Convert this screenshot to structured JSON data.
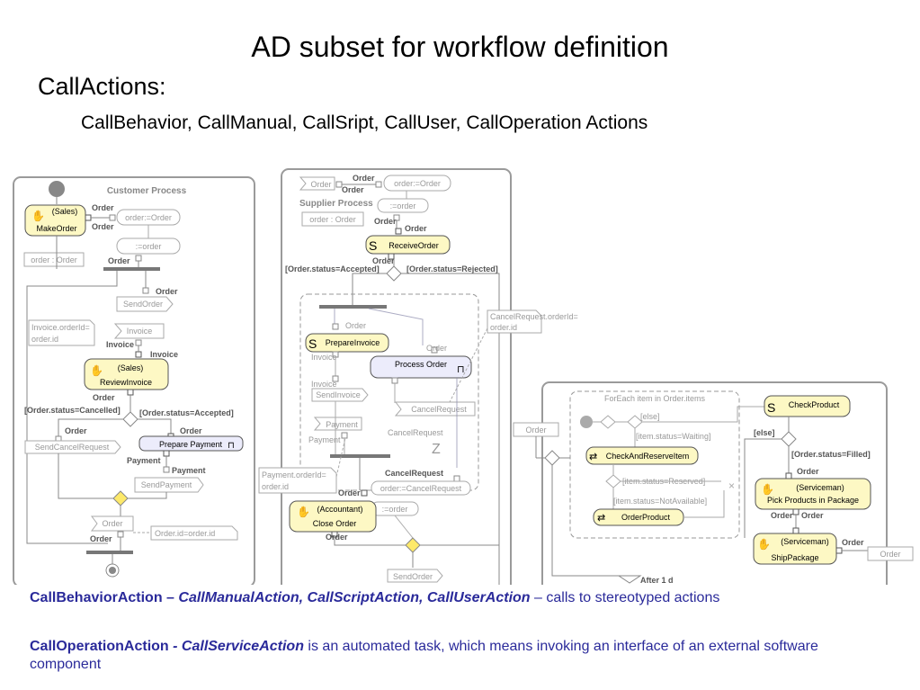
{
  "slide": {
    "title": "AD subset for workflow definition",
    "subtitle": "CallActions:",
    "subsubtitle": "CallBehavior, CallManual, CallSript, CallUser, CallOperation Actions"
  },
  "diagram": {
    "customer": {
      "title": "Customer Process",
      "make_order_role": "(Sales)",
      "make_order": "MakeOrder",
      "pin_order_a": "Order",
      "pin_order_b": "Order",
      "assign_order": "order:=Order",
      "assign_expr": ":=order",
      "pin_order_c": "Order",
      "obj_order": "order : Order",
      "pin_order_d": "Order",
      "send_order": "SendOrder",
      "note_invoice": [
        "Invoice.orderId=",
        "order.id"
      ],
      "invoice_signal": "Invoice",
      "pin_invoice_a": "Invoice",
      "pin_invoice_b": "Invoice",
      "review_role": "(Sales)",
      "review_invoice": "ReviewInvoice",
      "pin_order_e": "Order",
      "guard_cancelled": "[Order.status=Cancelled]",
      "guard_accepted": "[Order.status=Accepted]",
      "pin_order_f": "Order",
      "pin_order_g": "Order",
      "send_cancel": "SendCancelRequest",
      "prepare_payment": "Prepare Payment",
      "pin_payment_a": "Payment",
      "pin_payment_b": "Payment",
      "send_payment": "SendPayment",
      "order_signal": "Order",
      "pin_order_h": "Order",
      "note_id": "Order.id=order.id"
    },
    "supplier": {
      "title": "Supplier Process",
      "order_signal": "Order",
      "pin_order_a": "Order",
      "pin_order_b": "Order",
      "assign_order": "order:=Order",
      "obj_order": "order : Order",
      "assign_expr": ":=order",
      "pin_order_c": "Order",
      "pin_order_d": "Order",
      "receive_order": "ReceiveOrder",
      "pin_order_e": "Order",
      "guard_accepted": "[Order.status=Accepted]",
      "guard_rejected": "[Order.status=Rejected]",
      "pin_order_f": "Order",
      "prepare_invoice": "PrepareInvoice",
      "pin_invoice_a": "Invoice",
      "pin_invoice_b": "Invoice",
      "pin_order_g": "Order",
      "process_order": "Process Order",
      "send_invoice": "SendInvoice",
      "cancel_request_signal": "CancelRequest",
      "cancel_request_label": "CancelRequest",
      "payment_signal": "Payment",
      "pin_payment": "Payment",
      "note_cancel": [
        "CancelRequest.orderId=",
        "order.id"
      ],
      "note_payment": [
        "Payment.orderId=",
        "order.id"
      ],
      "pin_cancel": "CancelRequest",
      "assign_cancel": "order:=CancelRequest",
      "pin_order_h": "Order",
      "assign_expr2": ":=order",
      "close_role": "(Accountant)",
      "close_order": "Close Order",
      "pin_order_i": "Order",
      "send_order": "SendOrder"
    },
    "process": {
      "order_param": "Order",
      "foreach_label": "ForEach item in Order.items",
      "guard_else1": "[else]",
      "guard_waiting": "[item.status=Waiting]",
      "check_reserve": "CheckAndReserveItem",
      "guard_reserved": "[item.status=Reserved]",
      "guard_notavail": "[item.status=NotAvailable]",
      "order_product": "OrderProduct",
      "check_product": "CheckProduct",
      "guard_else2": "[else]",
      "guard_filled": "[Order.status=Filled]",
      "pin_order_a": "Order",
      "pick_role": "(Serviceman)",
      "pick_products": "Pick Products in Package",
      "pin_order_b": "Order",
      "pin_order_c": "Order",
      "ship_role": "(Serviceman)",
      "ship_package": "ShipPackage",
      "pin_order_d": "Order",
      "out_order": "Order",
      "after_label": "After 1 d"
    }
  },
  "notes": {
    "line1_bold": "CallBehaviorAction –",
    "line1_italic": "CallManualAction, CallScriptAction, CallUserAction",
    "line1_rest": "– calls to stereotyped actions",
    "line2_bold": "CallOperationAction",
    "line2_italic": "- CallServiceAction",
    "line2_rest": "is an automated task, which means invoking an interface of an external software component"
  },
  "colors": {
    "note_text": "#2a2a9a",
    "action_fill": "#fdf8c4",
    "service_fill": "#ececfb",
    "decision_fill": "#fde96a",
    "frame_stroke": "#9a9a9a"
  }
}
